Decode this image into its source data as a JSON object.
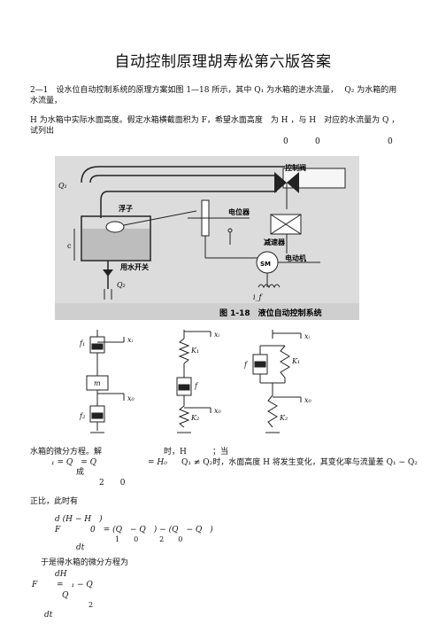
{
  "title": "自动控制原理胡寿松第六版答案",
  "problem": {
    "line1": "2—1　设水位自动控制系统的原理方案如图 1—18 所示，其中 Q₁ 为水箱的进水流量，　 Q₂ 为水箱的用",
    "line2": "水流量，",
    "line3": "H 为水箱中实际水面高度。假定水箱横截面积为 F，希望水面高度　为 H ，与 H　对应的水流量为 Q ，",
    "line4": "试列出",
    "subs": [
      "0",
      "0",
      "0"
    ]
  },
  "figure1": {
    "caption": "图 1-18　液位自动控制系统",
    "labels": {
      "control_valve": "控制阀",
      "float": "浮子",
      "potentiometer": "电位器",
      "reducer": "减速器",
      "motor_name": "电动机",
      "motor_symbol": "SM",
      "usage_switch": "用水开关",
      "q1": "Q₁",
      "q2": "Q₂",
      "c": "c",
      "if": "i_f"
    }
  },
  "figure2": {
    "labels": {
      "f1": "f₁",
      "m": "m",
      "f2": "f₂",
      "xi_a": "xᵢ",
      "xo_a": "x₀",
      "k1_b": "K₁",
      "f_b": "f",
      "k2_b": "K₂",
      "xi_b": "xᵢ",
      "xo_b": "x₀",
      "f_c": "f",
      "k1_c": "K₁",
      "k2_c": "K₂",
      "xi_c": "xᵢ",
      "xo_c": "x₀"
    }
  },
  "body": {
    "l1a": "水箱的微分方程。解",
    "l1b": "时，H",
    "l1c": "；当",
    "l2a": "₁ = Q　= Q",
    "l2b": "= H₀",
    "l2c": "Q₁ ≠ Q₂时，水面高度 H 将发生变化，其变化率与流量差 Q₁ − Q₂",
    "l3a": "成",
    "l4a": "2　　0",
    "l5": "正比，此时有",
    "eq1_num": "d (H − H　)",
    "eq1_F": "F",
    "eq1_mid": "0　= (Q　− Q　) − (Q　− Q　)",
    "eq1_subs": "1　　0　　　2　　0",
    "eq1_den": "dt",
    "l6": "于是得水箱的微分方程为",
    "eq2_num": "dH",
    "eq2_F": "F",
    "eq2_mid": "=　₁ − Q",
    "eq2_q": "Q",
    "eq2_2": "2",
    "eq2_den": "dt"
  }
}
